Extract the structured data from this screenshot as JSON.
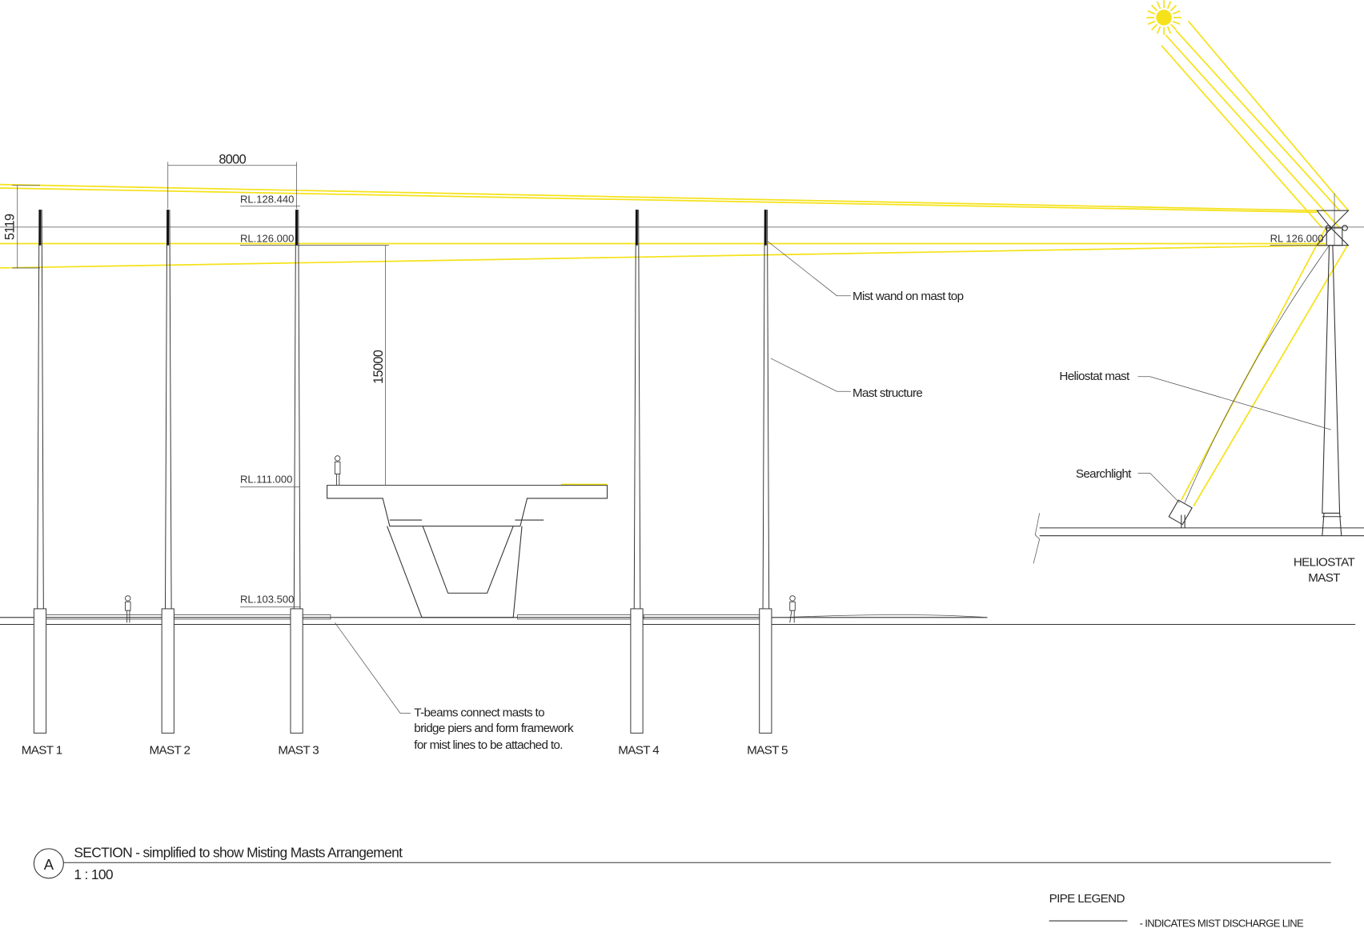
{
  "dimensions": {
    "span": "8000",
    "height_top": "5119",
    "height_deck": "15000"
  },
  "levels": {
    "rl1": "RL.128.440",
    "rl2": "RL.126.000",
    "rl3": "RL.111.000",
    "rl4": "RL.103.500",
    "rl_helio": "RL  126.000"
  },
  "masts": [
    "MAST 1",
    "MAST 2",
    "MAST 3",
    "MAST 4",
    "MAST 5"
  ],
  "annotations": {
    "mist_wand": "Mist wand on mast top",
    "mast_structure": "Mast structure",
    "heliostat_mast": "Heliostat mast",
    "searchlight": "Searchlight",
    "heliostat_label_1": "HELIOSTAT",
    "heliostat_label_2": "MAST",
    "tbeams_1": "T-beams connect masts to",
    "tbeams_2": "bridge piers and form framework",
    "tbeams_3": "for mist lines to be attached to."
  },
  "title": {
    "marker": "A",
    "text": "SECTION - simplified to show Misting Masts Arrangement",
    "scale": "1 : 100"
  },
  "legend": {
    "title": "PIPE LEGEND",
    "item": "- INDICATES MIST DISCHARGE LINE"
  },
  "colors": {
    "beam": "#f5e21a",
    "line": "#333333"
  }
}
